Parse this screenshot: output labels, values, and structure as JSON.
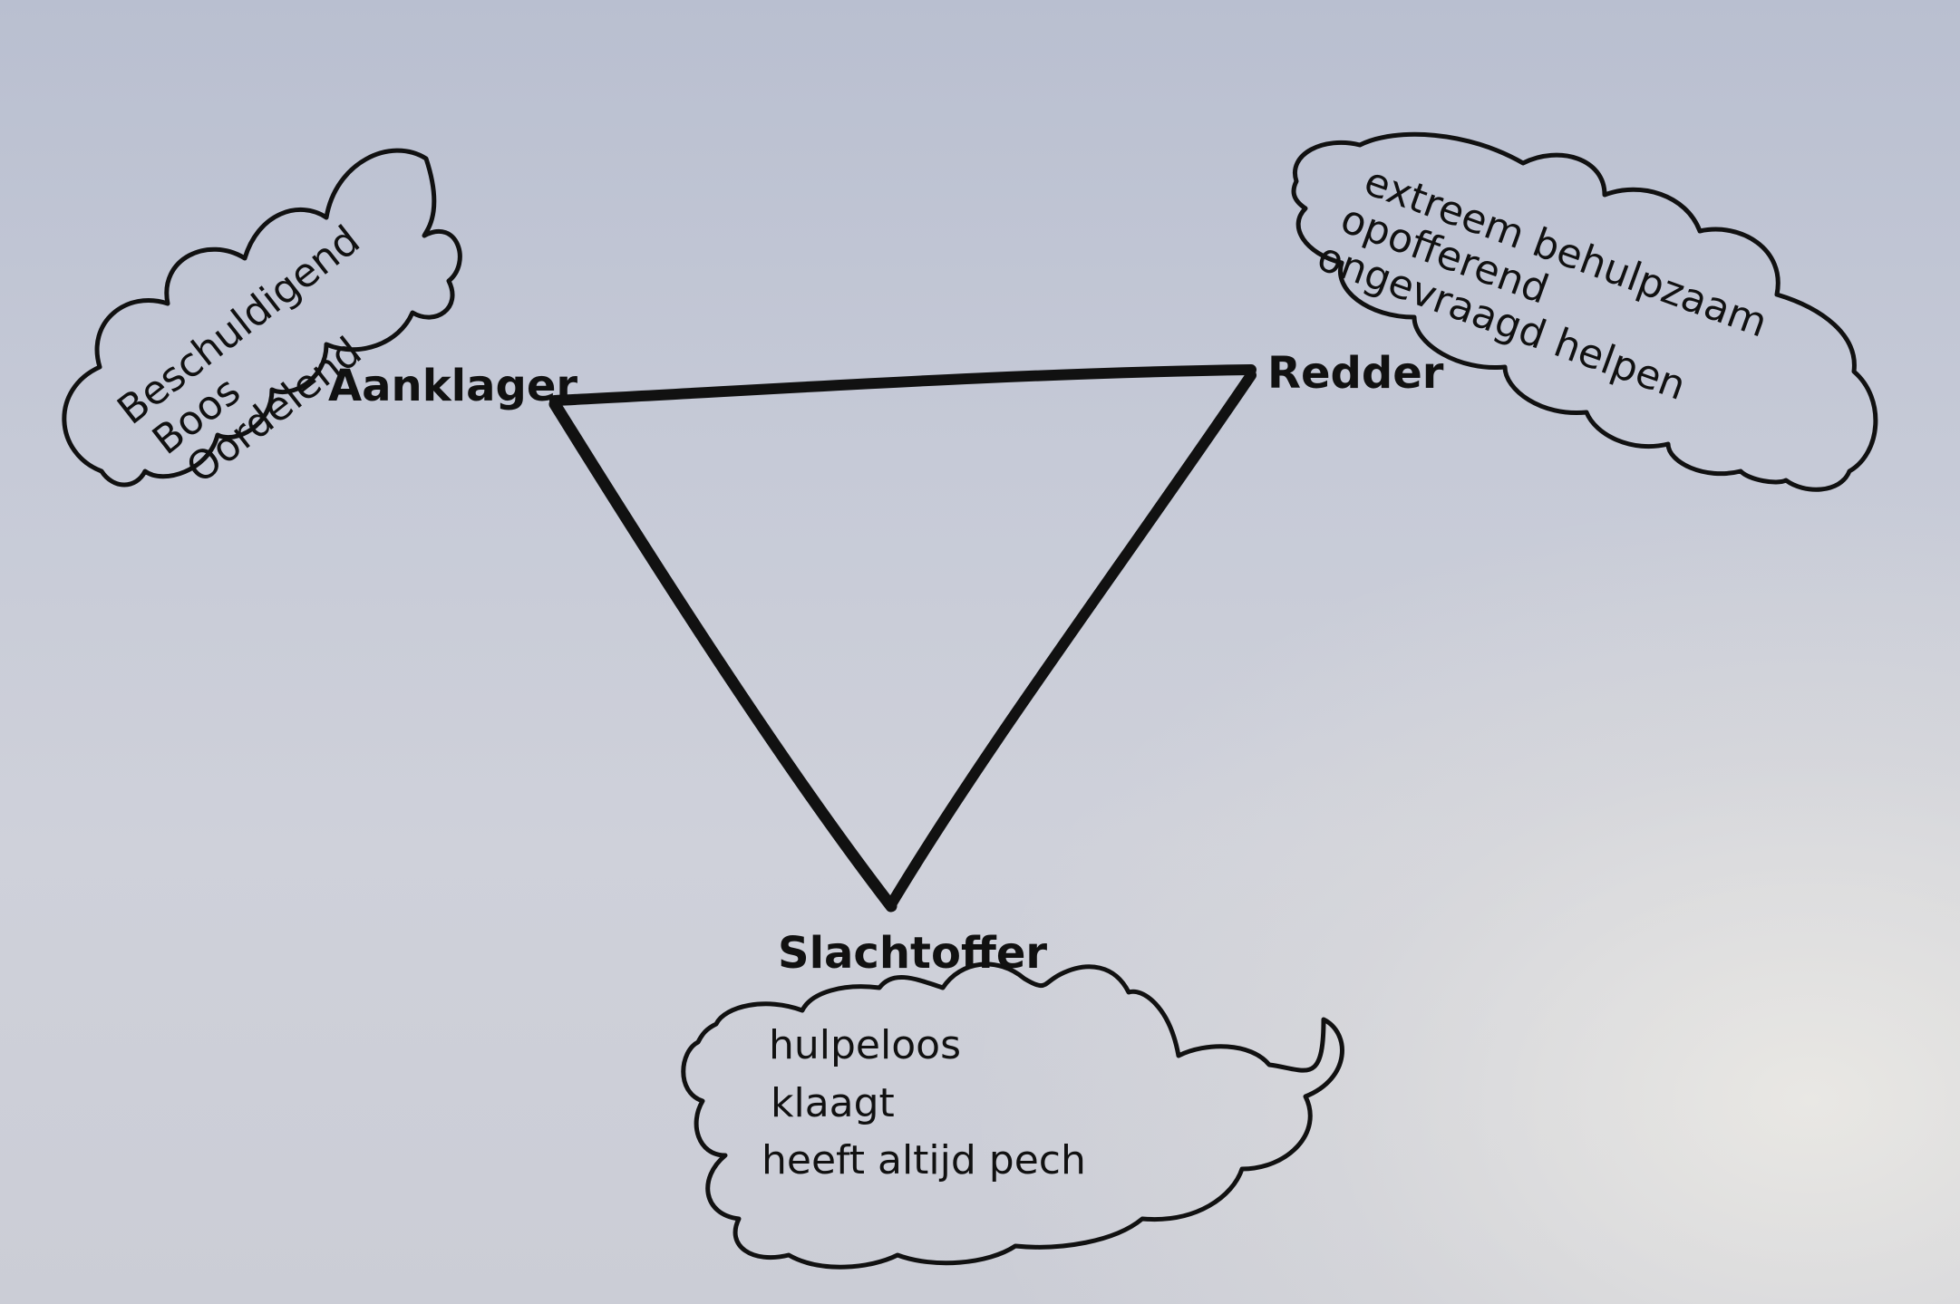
{
  "roles": {
    "aanklager": {
      "label": "Aanklager",
      "traits": [
        "Beschuldigend",
        "Boos",
        "Oordelend"
      ]
    },
    "redder": {
      "label": "Redder",
      "traits": [
        "extreem behulpzaam",
        "opofferend",
        "ongevraagd helpen"
      ]
    },
    "slachtoffer": {
      "label": "Slachtoffer",
      "traits": [
        "hulpeloos",
        "klaagt",
        "heeft altijd pech"
      ]
    }
  },
  "colors": {
    "ink": "#111111",
    "paper": "#c6cad7"
  }
}
